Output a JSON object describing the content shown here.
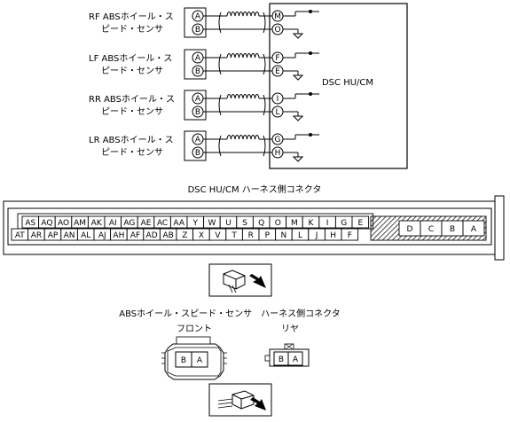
{
  "sensors": [
    {
      "line1": "RF ABSホイール・ス",
      "line2": "ピード・センサ",
      "pins": [
        "A",
        "B"
      ],
      "module_pins": [
        "M",
        "O"
      ]
    },
    {
      "line1": "LF ABSホイール・ス",
      "line2": "ピード・センサ",
      "pins": [
        "A",
        "B"
      ],
      "module_pins": [
        "F",
        "E"
      ]
    },
    {
      "line1": "RR ABSホイール・ス",
      "line2": "ピード・センサ",
      "pins": [
        "A",
        "B"
      ],
      "module_pins": [
        "I",
        "L"
      ]
    },
    {
      "line1": "LR ABSホイール・ス",
      "line2": "ピード・センサ",
      "pins": [
        "A",
        "B"
      ],
      "module_pins": [
        "G",
        "H"
      ]
    }
  ],
  "module": {
    "label": "DSC HU/CM"
  },
  "harness_connector": {
    "title": "DSC HU/CM ハーネス側コネクタ",
    "top_row": [
      "AS",
      "AQ",
      "AO",
      "AM",
      "AK",
      "AI",
      "AG",
      "AE",
      "AC",
      "AA",
      "Y",
      "W",
      "U",
      "S",
      "Q",
      "O",
      "M",
      "K",
      "I",
      "G",
      "E"
    ],
    "bottom_row": [
      "AT",
      "AR",
      "AP",
      "AN",
      "AL",
      "AJ",
      "AH",
      "AF",
      "AD",
      "AB",
      "Z",
      "X",
      "V",
      "T",
      "R",
      "P",
      "N",
      "L",
      "J",
      "H",
      "F"
    ],
    "right_block": [
      "D",
      "C",
      "B",
      "A"
    ]
  },
  "sensor_connector": {
    "title": "ABSホイール・スピード・センサ　ハーネス側コネクタ",
    "front_label": "フロント",
    "rear_label": "リヤ",
    "front_pins": [
      "B",
      "A"
    ],
    "rear_pins": [
      "B",
      "A"
    ]
  }
}
